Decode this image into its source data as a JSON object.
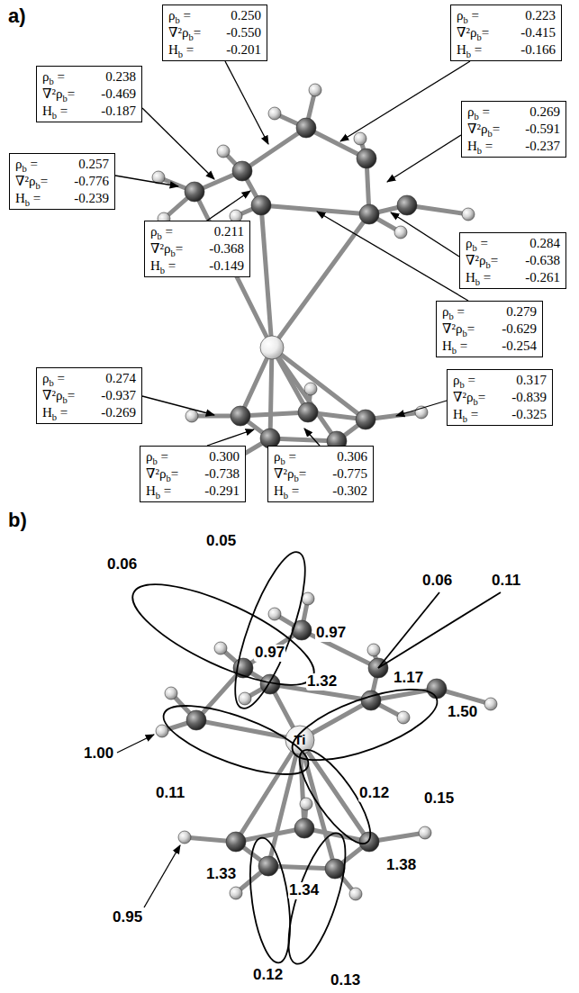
{
  "diagram": {
    "nodes": [
      {
        "text": [
          "ρb =",
          "0.250",
          "∇²ρb=",
          "-0.550",
          "Hb =",
          "-0.201"
        ]
      },
      {
        "text": [
          "ρb =",
          "0.223",
          "∇²ρb=",
          "-0.415",
          "Hb =",
          "-0.166"
        ]
      },
      {
        "text": [
          "ρb =",
          "0.238",
          "∇²ρb=",
          "-0.469",
          "Hb =",
          "-0.187"
        ]
      },
      {
        "text": [
          "ρb =",
          "0.269",
          "∇²ρb=",
          "-0.591",
          "Hb =",
          "-0.237"
        ]
      },
      {
        "text": [
          "ρb =",
          "0.257",
          "∇²ρb=",
          "-0.776",
          "Hb =",
          "-0.239"
        ]
      },
      {
        "text": [
          "ρb =",
          "0.211",
          "∇²ρb=",
          "-0.368",
          "Hb =",
          "-0.149"
        ]
      },
      {
        "text": [
          "ρb =",
          "0.284",
          "∇²ρb=",
          "-0.638",
          "Hb =",
          "-0.261"
        ]
      },
      {
        "text": [
          "ρb =",
          "0.279",
          "∇²ρb=",
          "-0.629",
          "Hb =",
          "-0.254"
        ]
      },
      {
        "text": [
          "ρb =",
          "0.274",
          "∇²ρb=",
          "-0.937",
          "Hb =",
          "-0.269"
        ]
      },
      {
        "text": [
          "ρb =",
          "0.317",
          "∇²ρb=",
          "-0.839",
          "Hb =",
          "-0.325"
        ]
      },
      {
        "text": [
          "ρb =",
          "0.300",
          "∇²ρb=",
          "-0.738",
          "Hb =",
          "-0.291"
        ]
      },
      {
        "text": [
          "ρb =",
          "0.306",
          "∇²ρb=",
          "-0.775",
          "Hb =",
          "-0.302"
        ]
      }
    ],
    "labels": [
      "a)",
      "b)",
      "0.06",
      "0.05",
      "0.06",
      "0.11",
      "0.97",
      "0.97",
      "1.32",
      "1.17",
      "1.50",
      "1.00",
      "0.11",
      "0.15",
      "Ti",
      "0.12",
      "0.95",
      "1.33",
      "1.34",
      "1.38",
      "0.12",
      "0.13"
    ]
  }
}
